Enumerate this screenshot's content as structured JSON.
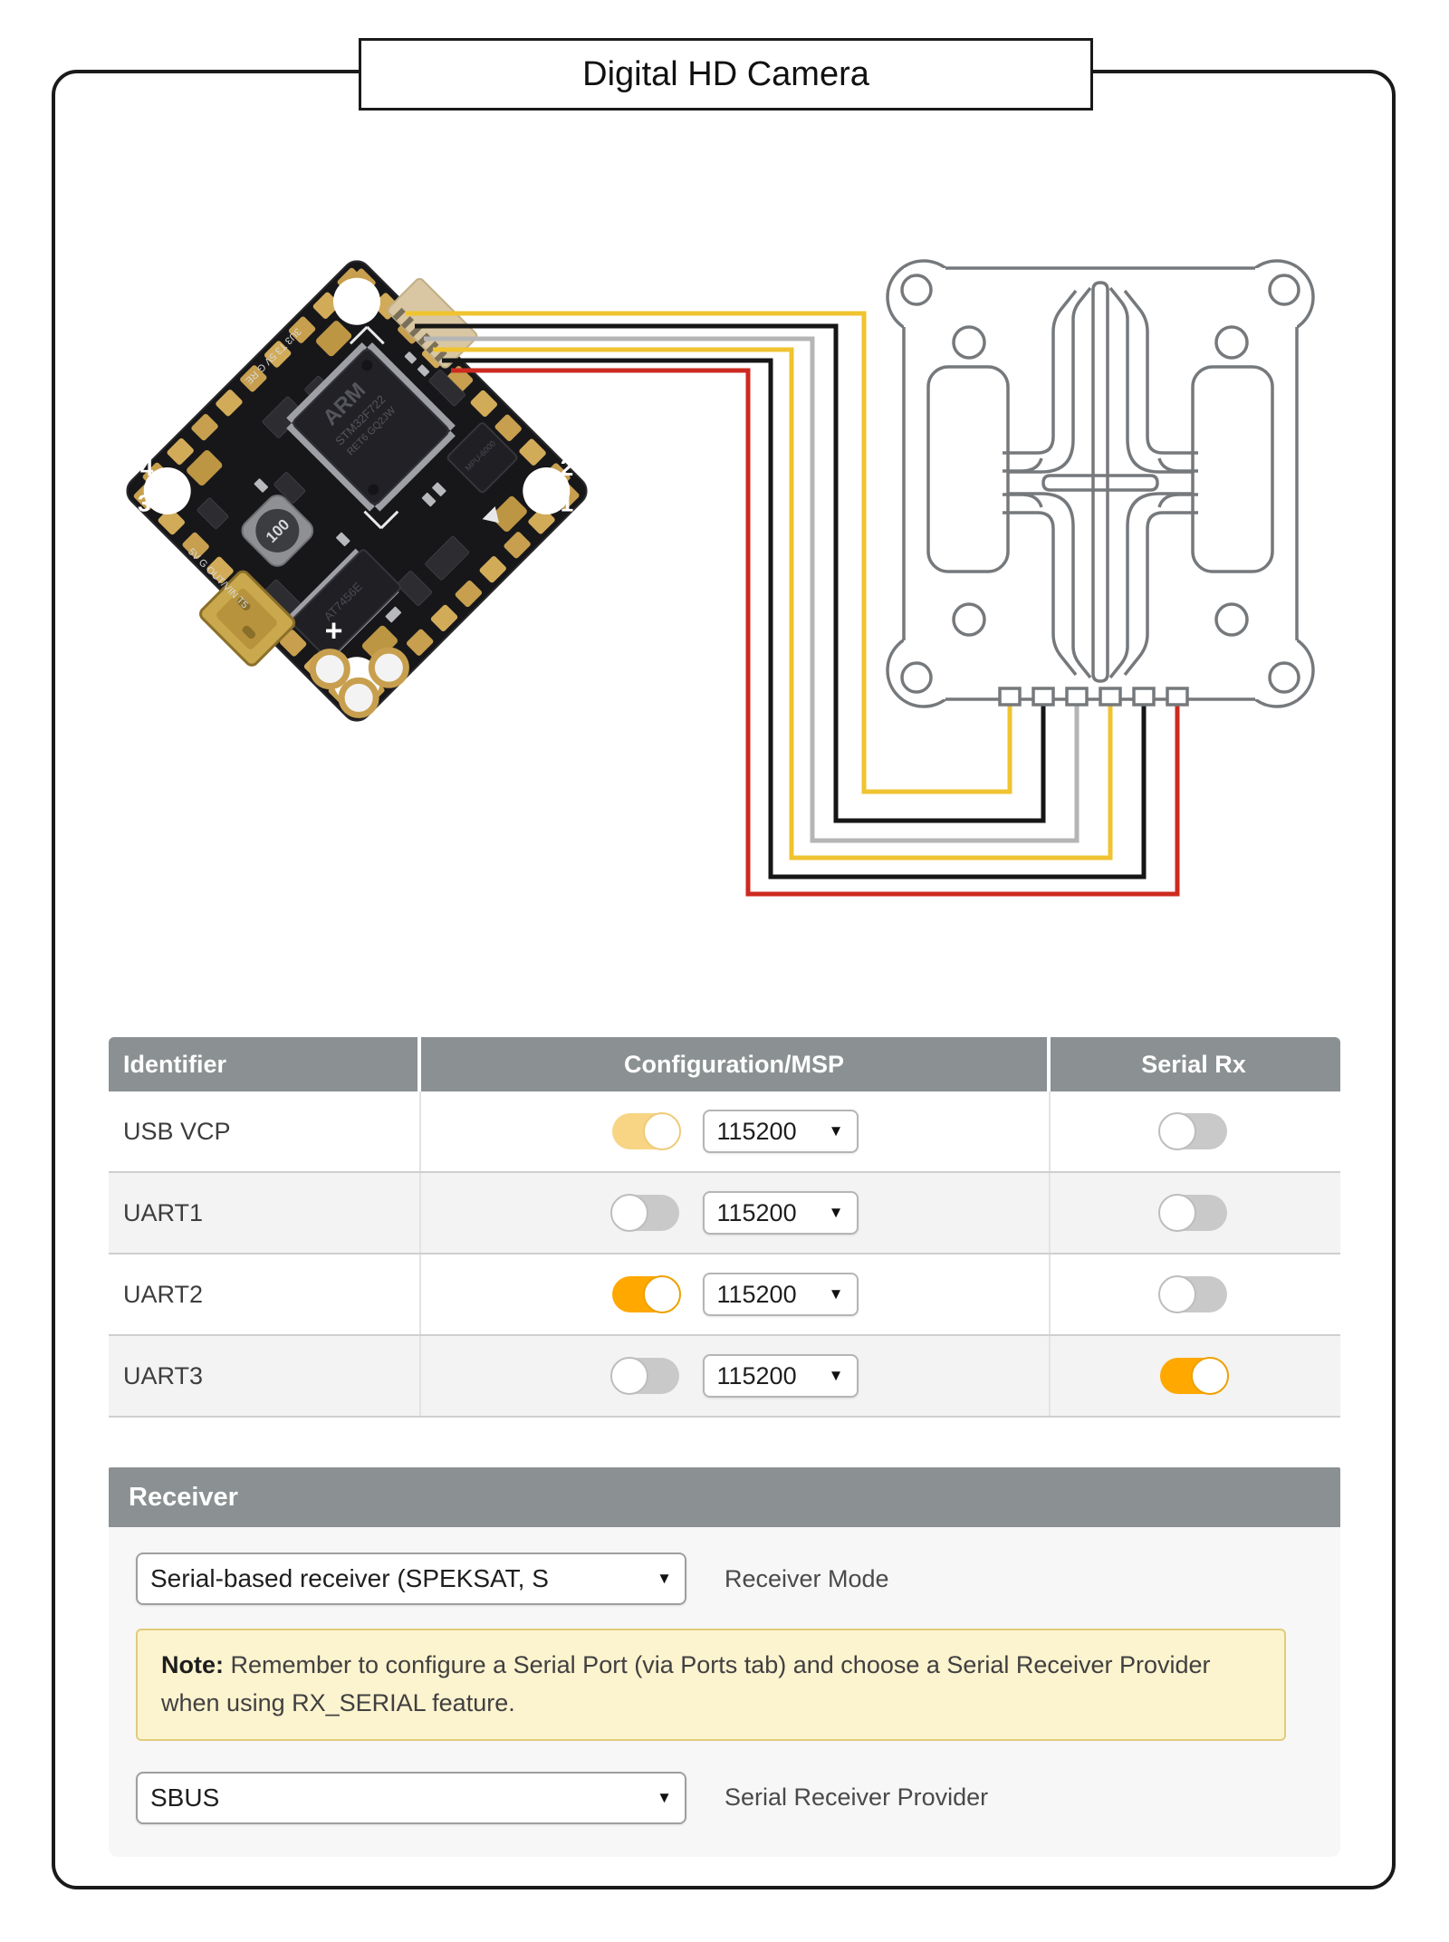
{
  "page": {
    "title": "Digital HD Camera"
  },
  "ports_table": {
    "columns": [
      "Identifier",
      "Configuration/MSP",
      "Serial Rx"
    ],
    "rows": [
      {
        "identifier": "USB VCP",
        "msp_state": "faded",
        "baud": "115200",
        "serial_rx": "off"
      },
      {
        "identifier": "UART1",
        "msp_state": "off",
        "baud": "115200",
        "serial_rx": "off"
      },
      {
        "identifier": "UART2",
        "msp_state": "on",
        "baud": "115200",
        "serial_rx": "off"
      },
      {
        "identifier": "UART3",
        "msp_state": "off",
        "baud": "115200",
        "serial_rx": "on"
      }
    ]
  },
  "receiver": {
    "header": "Receiver",
    "mode_value": "Serial-based receiver (SPEKSAT, S",
    "mode_label": "Receiver Mode",
    "note_prefix": "Note:",
    "note_text": " Remember to configure a Serial Port (via Ports tab) and choose a Serial Receiver Provider when using RX_SERIAL feature.",
    "provider_value": "SBUS",
    "provider_label": "Serial Receiver Provider"
  },
  "icons": {
    "caret": "▼"
  },
  "colors": {
    "accent_orange": "#ffa800",
    "accent_orange_faded": "#f7d584",
    "toggle_off_gray": "#c9c9c9",
    "header_gray": "#8b9192",
    "note_bg": "#fcf3cf",
    "note_border": "#e2cb7a",
    "wire_yellow": "#f0c330",
    "wire_black": "#161616",
    "wire_gray": "#b5b5b5",
    "wire_red": "#cd2a20",
    "camera_outline": "#76797c"
  },
  "wires": [
    {
      "name": "yellow-1",
      "color": "#f0c330"
    },
    {
      "name": "black-1",
      "color": "#161616"
    },
    {
      "name": "gray-1",
      "color": "#b5b5b5"
    },
    {
      "name": "yellow-2",
      "color": "#f0c330"
    },
    {
      "name": "black-2",
      "color": "#161616"
    },
    {
      "name": "red-1",
      "color": "#cd2a20"
    }
  ],
  "fc_board": {
    "mcu_line1": "ARM",
    "mcu_line2": "STM32F722",
    "mcu_line3": "RET6 GQ2JW",
    "inductor": "100",
    "osd_chip": "AT7456E",
    "gyro_chip": "MPU-6000",
    "corner_number_1": "1",
    "corner_number_2": "2",
    "corner_number_3": "3",
    "corner_number_4": "4",
    "plus_pad": "+",
    "silk_bottom": "5V G OUT/VIN T5",
    "silk_top": "3U3 T3 5V G RE"
  }
}
